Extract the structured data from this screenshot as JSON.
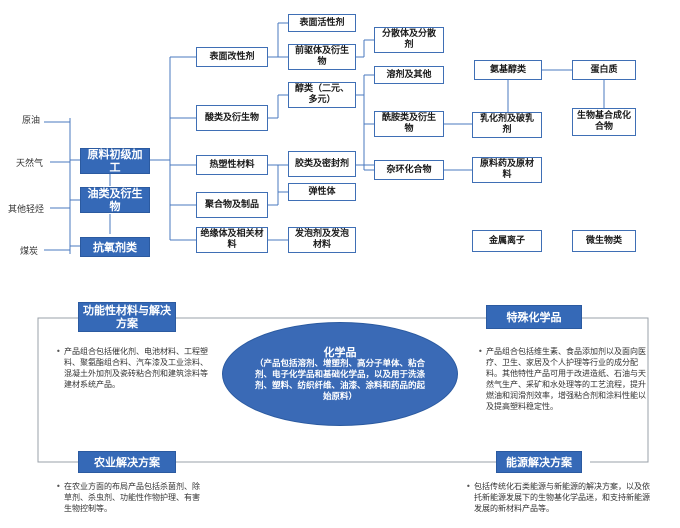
{
  "sources": [
    "原油",
    "天然气",
    "其他轻烃",
    "煤炭"
  ],
  "process_nodes": {
    "raw_processing": "原料初级加工",
    "oil_derivatives": "油类及衍生物",
    "antioxidants": "抗氧剂类"
  },
  "chain_nodes": {
    "surfactant": "表面活性剂",
    "surface_modifier": "表面改性剂",
    "dispersant": "分散体及分散剂",
    "precursor": "前驱体及衍生物",
    "solvents": "溶剂及其他",
    "alcohols": "醇类（二元、多元）",
    "acids": "酸类及衍生物",
    "ammonia_alcohol": "氨基醇类",
    "protein": "蛋白质",
    "amides": "酰胺类及衍生物",
    "emulsifier": "乳化剂及破乳剂",
    "bio_compounds": "生物基合成化合物",
    "thermoplastics": "热塑性材料",
    "glues": "胶类及密封剂",
    "heterocyclic": "杂环化合物",
    "pharma": "原料药及原材料",
    "polymers": "聚合物及制品",
    "elastomer": "弹性体",
    "insulation": "绝缘体及相关材料",
    "foaming": "发泡剂及发泡材料",
    "metal_ions": "金属离子",
    "microbes": "微生物类"
  },
  "solutions": {
    "functional": {
      "title": "功能性材料与解决方案",
      "text": "产品组合包括催化剂、电池材料、工程塑料、聚氨酯组合料、汽车漆及工业涂料、混凝土外加剂及瓷砖粘合剂和建筑涂料等建材系统产品。"
    },
    "specialty": {
      "title": "特殊化学品",
      "text": "产品组合包括维生素、食品添加剂以及面向医疗、卫生、家居及个人护理等行业的成分配料。其他特性产品可用于改进造纸、石油与天然气生产、采矿和水处理等的工艺流程，提升燃油和润滑剂效率，增强粘合剂和涂料性能以及提高塑料稳定性。"
    },
    "agriculture": {
      "title": "农业解决方案",
      "text": "在农业方面的布局产品包括杀菌剂、除草剂、杀虫剂、功能性作物护理、有害生物控制等。"
    },
    "energy": {
      "title": "能源解决方案",
      "text": "包括传统化石类能源与新能源的解决方案，以及依托新能源发展下的生物基化学品迷，和支持新能源发展的新材料产品等。"
    }
  },
  "center": {
    "title": "化学品",
    "text": "（产品包括溶剂、增塑剂、高分子单体、粘合剂、电子化学品和基础化学品，以及用于洗涤剂、塑料、纺织纤维、油漆、涂料和药品的起始原料）"
  },
  "colors": {
    "accent": "#3569b7",
    "line": "#4a78bf"
  }
}
